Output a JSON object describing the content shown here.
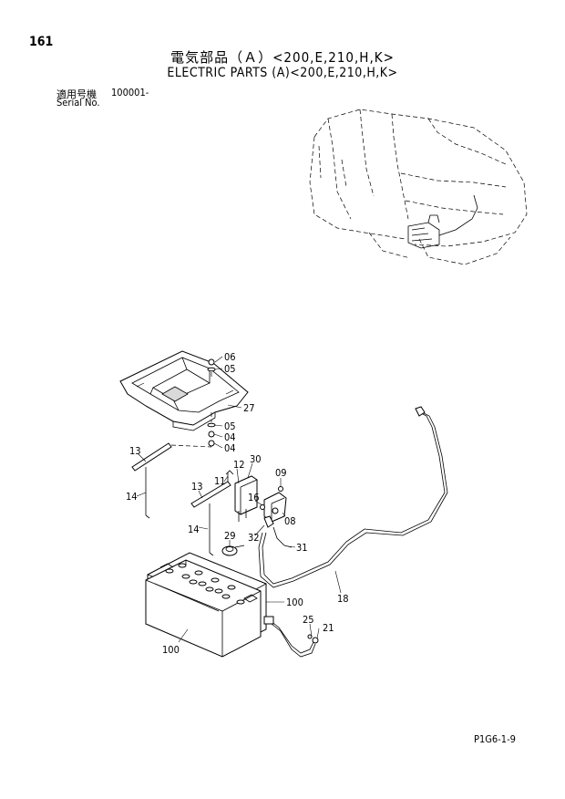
{
  "page": {
    "number": "161",
    "title_jp": "電気部品（Ａ）<200,E,210,H,K>",
    "title_en": "ELECTRIC PARTS (A)<200,E,210,H,K>",
    "serial_label_jp": "適用号機",
    "serial_label_en": "Serial No.",
    "serial_value": "100001-",
    "page_code": "P1G6-1-9"
  },
  "callouts": [
    "06",
    "05",
    "27",
    "05",
    "04",
    "04",
    "13",
    "14",
    "30",
    "12",
    "11",
    "13",
    "09",
    "16",
    "08",
    "14",
    "29",
    "32",
    "31",
    "18",
    "100",
    "25",
    "21",
    "100"
  ]
}
